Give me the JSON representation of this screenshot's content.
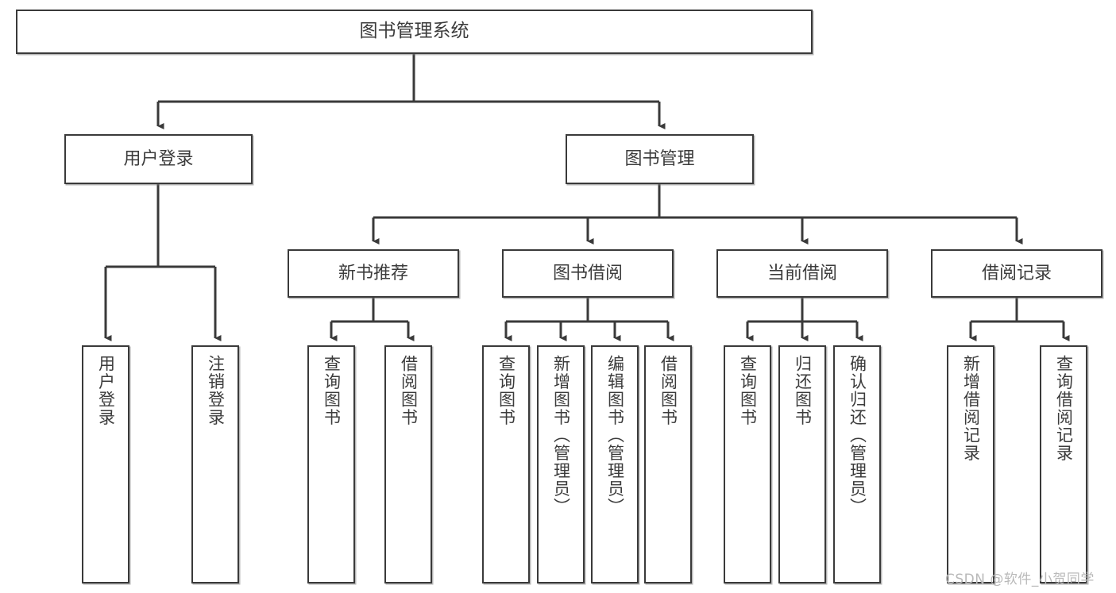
{
  "diagram": {
    "title": "图书管理系统",
    "type": "tree-hierarchy",
    "watermark": "CSDN @软件_小贺同学",
    "colors": {
      "box_border": "#3a3a3a",
      "box_fill": "#ffffff",
      "connector": "#3a3a3a",
      "text": "#3c3c3c",
      "watermark": "#b9b9b9",
      "background": "#ffffff"
    },
    "root": {
      "label": "图书管理系统",
      "id": "root-book-management-system"
    },
    "level_two": [
      {
        "id": "node-user-login",
        "label": "用户登录"
      },
      {
        "id": "node-book-management",
        "label": "图书管理"
      }
    ],
    "level_three": [
      {
        "id": "node-new-book-recommend",
        "label": "新书推荐",
        "parent": "node-book-management"
      },
      {
        "id": "node-book-borrow",
        "label": "图书借阅",
        "parent": "node-book-management"
      },
      {
        "id": "node-current-borrow",
        "label": "当前借阅",
        "parent": "node-book-management"
      },
      {
        "id": "node-borrow-record",
        "label": "借阅记录",
        "parent": "node-book-management"
      }
    ],
    "leaves": {
      "user_login": [
        {
          "id": "leaf-user-login",
          "label": "用户登录"
        },
        {
          "id": "leaf-logout-login",
          "label": "注销登录"
        }
      ],
      "new_book_recommend": [
        {
          "id": "leaf-query-book-1",
          "label": "查询图书"
        },
        {
          "id": "leaf-borrow-book-1",
          "label": "借阅图书"
        }
      ],
      "book_borrow": [
        {
          "id": "leaf-query-book-2",
          "label": "查询图书"
        },
        {
          "id": "leaf-add-book-admin",
          "label": "新增图书（管理员）"
        },
        {
          "id": "leaf-edit-book-admin",
          "label": "编辑图书（管理员）"
        },
        {
          "id": "leaf-borrow-book-2",
          "label": "借阅图书"
        }
      ],
      "current_borrow": [
        {
          "id": "leaf-query-book-3",
          "label": "查询图书"
        },
        {
          "id": "leaf-return-book",
          "label": "归还图书"
        },
        {
          "id": "leaf-confirm-return-admin",
          "label": "确认归还（管理员）"
        }
      ],
      "borrow_record": [
        {
          "id": "leaf-add-borrow-record",
          "label": "新增借阅记录"
        },
        {
          "id": "leaf-query-borrow-record",
          "label": "查询借阅记录"
        }
      ]
    }
  }
}
